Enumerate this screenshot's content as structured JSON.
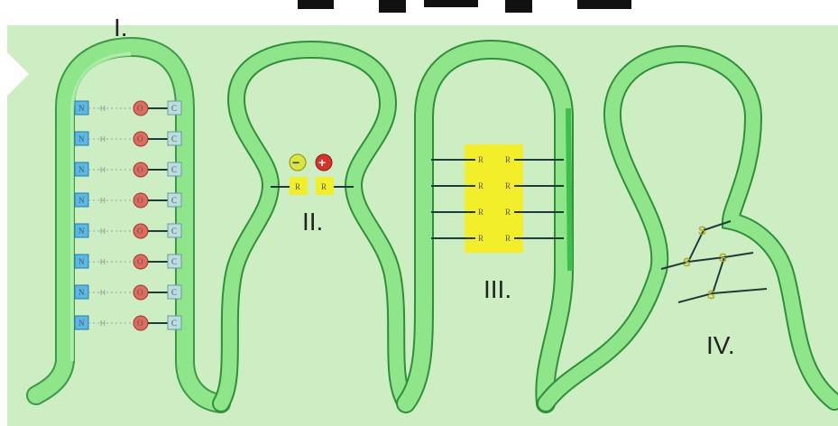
{
  "labels": {
    "panel_i": "I.",
    "panel_ii": "II.",
    "panel_iii": "III.",
    "panel_iv": "IV."
  },
  "atoms": {
    "n": "N",
    "h": "H",
    "o": "O",
    "c": "C",
    "r": "R",
    "s": "S",
    "minus": "−",
    "plus": "+"
  },
  "colors": {
    "background": "#cdeec3",
    "ribbon_fill": "#8ee58a",
    "ribbon_edge": "#2f8f3a",
    "ribbon_shadow": "#3fbf4a",
    "n_box": "#58b8e8",
    "c_box": "#b9dde0",
    "o_circle": "#e06a5e",
    "r_box": "#f2ee2a",
    "s_atom": "#f2ee2a",
    "bond_line": "#1f3a3a",
    "minus_ion": "#d8e83a",
    "plus_ion": "#d8322a"
  },
  "icons": {
    "left_edge": "play-arrow-icon"
  }
}
